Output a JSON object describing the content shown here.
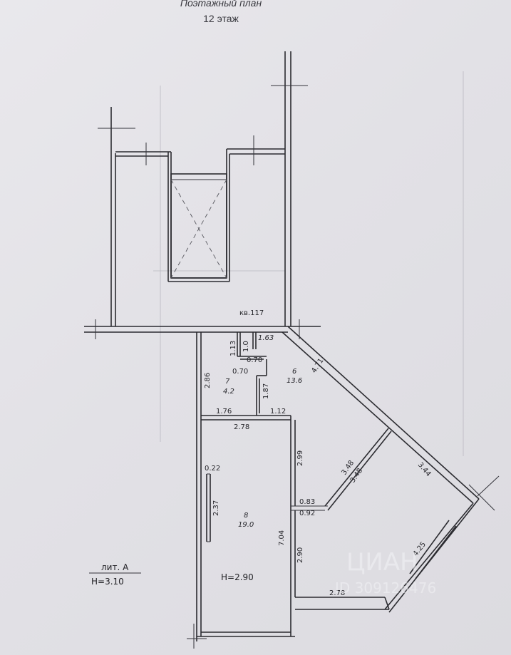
{
  "plan": {
    "title": "Поэтажный план",
    "floor": "12 этаж",
    "apartment": "кв.117",
    "lit_label": "лит. А",
    "lit_height": "H=3.10",
    "room_height": "H=2.90"
  },
  "rooms": [
    {
      "number": "6",
      "area": "13.6"
    },
    {
      "number": "7",
      "area": "4.2"
    },
    {
      "number": "8",
      "area": "19.0"
    }
  ],
  "dimensions": {
    "d_1_63": "1.63",
    "d_1_13": "1.13",
    "d_1_0": "1.0",
    "d_0_70a": "0.70",
    "d_0_70b": "0.70",
    "d_2_86": "2.86",
    "d_1_87": "1.87",
    "d_4_71": "4.71",
    "d_1_76": "1.76",
    "d_1_12": "1.12",
    "d_2_78_top": "2.78",
    "d_2_99": "2.99",
    "d_3_48a": "3.48",
    "d_3_48b": "3.48",
    "d_3_44": "3.44",
    "d_0_22": "0.22",
    "d_2_37": "2.37",
    "d_0_83": "0.83",
    "d_0_92": "0.92",
    "d_7_04": "7.04",
    "d_2_90": "2.90",
    "d_4_25": "4.25",
    "d_2_78_bottom": "2.78"
  },
  "watermark": {
    "brand": "ЦИАН",
    "id": "ID 309126476"
  }
}
